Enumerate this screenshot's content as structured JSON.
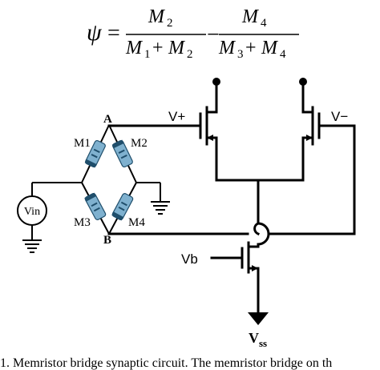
{
  "equation": {
    "lhs": "ψ",
    "equals": "=",
    "frac1": {
      "numerator": "M",
      "numerator_sub": "2",
      "den_a": "M",
      "den_a_sub": "1",
      "den_plus": "+",
      "den_b": "M",
      "den_b_sub": "2"
    },
    "minus": "−",
    "frac2": {
      "numerator": "M",
      "numerator_sub": "4",
      "den_a": "M",
      "den_a_sub": "3",
      "den_plus": "+",
      "den_b": "M",
      "den_b_sub": "4"
    }
  },
  "nodes": {
    "A": "A",
    "B": "B"
  },
  "memristors": [
    "M1",
    "M2",
    "M3",
    "M4"
  ],
  "source": "Vin",
  "gates": {
    "vplus": "V+",
    "vminus": "V−",
    "vb": "Vb"
  },
  "supply": {
    "main": "V",
    "sub": "ss"
  },
  "caption": "1. Memristor bridge synaptic circuit. The memristor bridge on th"
}
